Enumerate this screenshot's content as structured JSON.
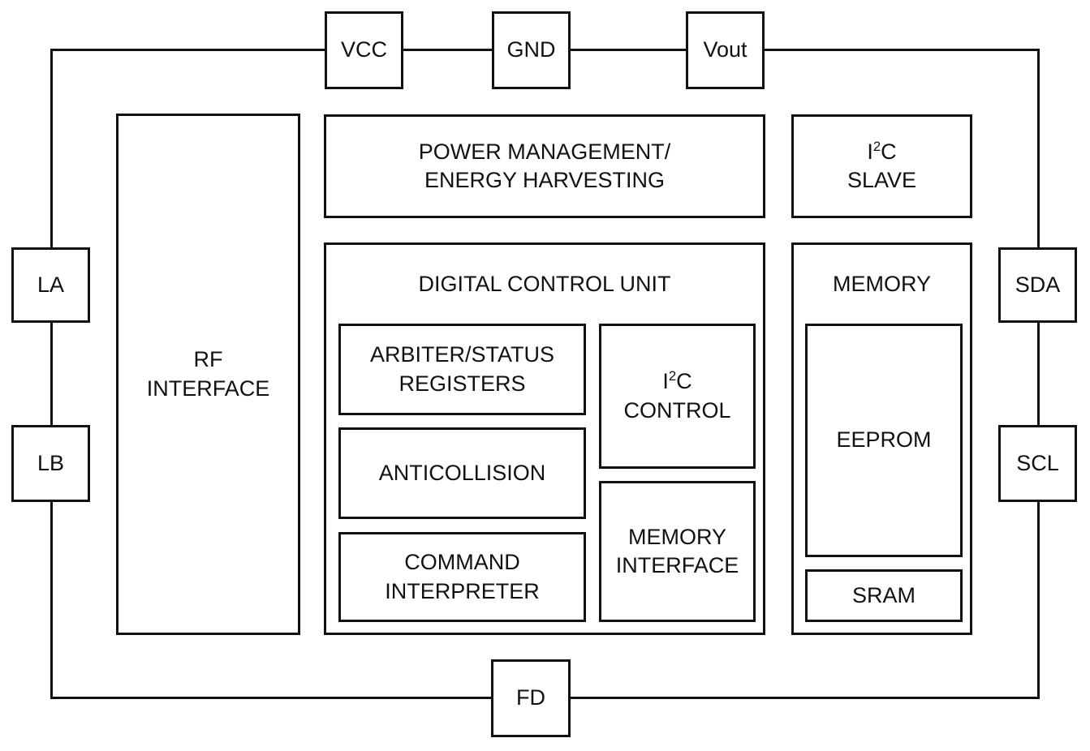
{
  "diagram": {
    "colors": {
      "line": "#111111",
      "background": "#ffffff"
    },
    "pins": {
      "vcc": "VCC",
      "gnd": "GND",
      "vout": "Vout",
      "la": "LA",
      "lb": "LB",
      "sda": "SDA",
      "scl": "SCL",
      "fd": "FD"
    },
    "rf_interface": {
      "line1": "RF",
      "line2": "INTERFACE"
    },
    "power_management": {
      "line1": "POWER MANAGEMENT/",
      "line2": "ENERGY HARVESTING"
    },
    "i2c_slave": {
      "pre": "I",
      "sup": "2",
      "post": "C",
      "line2": "SLAVE"
    },
    "digital_control_unit": {
      "title": "DIGITAL CONTROL UNIT",
      "arbiter": {
        "line1": "ARBITER/STATUS",
        "line2": "REGISTERS"
      },
      "anticollision": {
        "label": "ANTICOLLISION"
      },
      "command_interpreter": {
        "line1": "COMMAND",
        "line2": "INTERPRETER"
      },
      "i2c_control": {
        "pre": "I",
        "sup": "2",
        "post": "C",
        "line2": "CONTROL"
      },
      "memory_interface": {
        "line1": "MEMORY",
        "line2": "INTERFACE"
      }
    },
    "memory": {
      "title": "MEMORY",
      "eeprom": "EEPROM",
      "sram": "SRAM"
    }
  }
}
